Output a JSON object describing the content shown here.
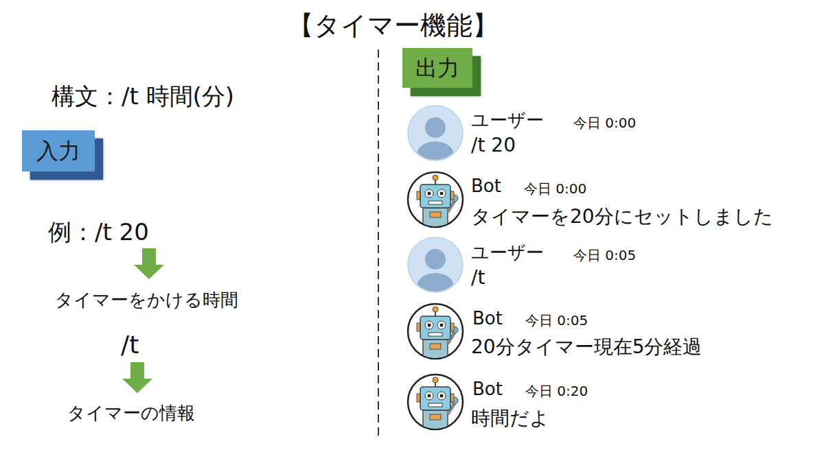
{
  "diagram": {
    "title": "【タイマー機能】",
    "nodes": [
      {
        "text": [
          "入力"
        ]
      },
      {
        "text": [
          "出力"
        ]
      }
    ],
    "labels": [
      "構文：/t 時間(分)",
      "例：/t 20",
      "タイマーをかける時間",
      "/t",
      "タイマーの情報",
      "ユーザー",
      "今日 0:00",
      "/t 20",
      "Bot",
      "今日 0:00",
      "タイマーを20分にセットしました",
      "ユーザー",
      "今日 0:05",
      "/t",
      "Bot",
      "今日 0:05",
      "20分タイマー現在5分経過",
      "Bot",
      "今日 0:20",
      "時間だよ"
    ]
  }
}
